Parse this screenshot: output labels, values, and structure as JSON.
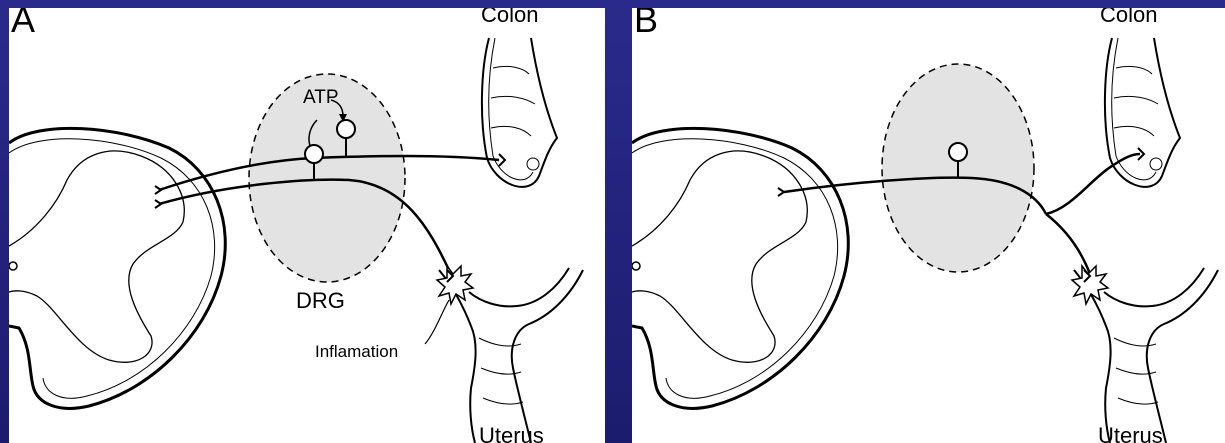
{
  "panel_a": {
    "letter": "A",
    "colon": "Colon",
    "uterus": "Uterus",
    "drg": "DRG",
    "atp": "ATP",
    "inflammation": "Inflamation"
  },
  "panel_b": {
    "letter": "B",
    "colon": "Colon",
    "uterus": "Uterus"
  }
}
